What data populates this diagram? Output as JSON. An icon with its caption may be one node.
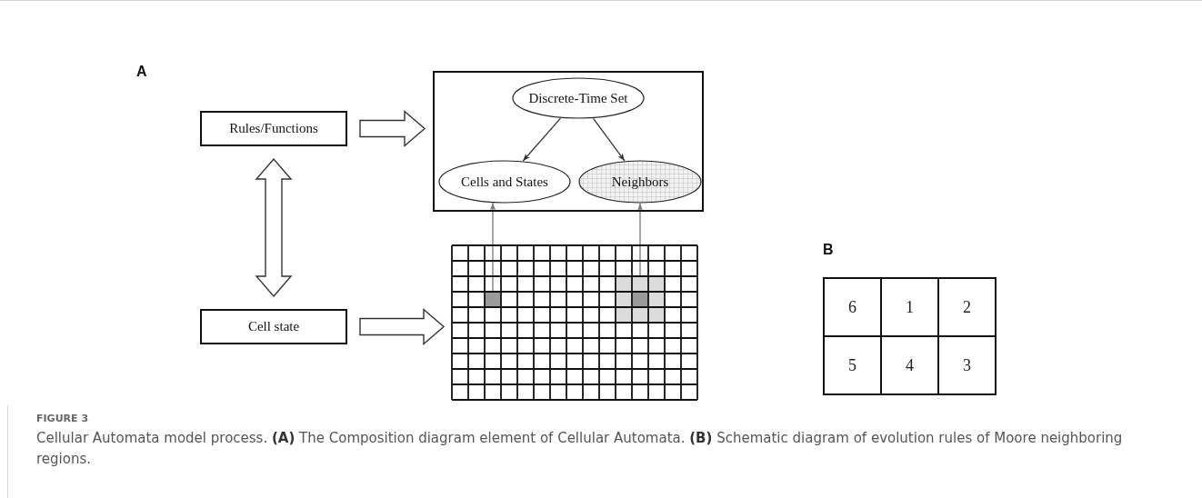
{
  "diagram": {
    "caption": "Cellular Automata model process. **(A)** The Composition diagram element of Cellular Automata. **(B)** Schematic diagram of evolution rules of Moore neighboring regions.",
    "nodes": [
      {
        "text": [
          "Rules/Functions"
        ]
      },
      {
        "text": [],
        "shape": "box"
      },
      {
        "text": [
          "Discrete-Time Set"
        ],
        "in": 1
      },
      {
        "text": [
          "Cells and States"
        ],
        "in": 1
      },
      {
        "text": [
          "Neighbors"
        ],
        "in": 1
      },
      {
        "text": [
          "Cell state"
        ]
      },
      {
        "text": [],
        "shape": "grid"
      },
      {
        "text": [],
        "shape": "box",
        "in": 6
      },
      {
        "text": [],
        "shape": "box",
        "in": 6
      }
    ],
    "edges": [
      {
        "from": 0,
        "to": 1,
        "arrow": "to",
        "style": "thick"
      },
      {
        "from": 5,
        "to": 0,
        "arrow": "both",
        "style": "thick"
      },
      {
        "from": 5,
        "to": 6,
        "arrow": "to",
        "style": "thick"
      },
      {
        "from": 2,
        "to": 3,
        "arrow": "to"
      },
      {
        "from": 2,
        "to": 4,
        "arrow": "to"
      },
      {
        "from": 7,
        "to": 3,
        "arrow": "to"
      },
      {
        "from": 8,
        "to": 4,
        "arrow": "to"
      }
    ],
    "labels": [
      "A",
      "B",
      "6",
      "1",
      "2",
      "5",
      "4",
      "3",
      "FIGURE 3"
    ]
  }
}
